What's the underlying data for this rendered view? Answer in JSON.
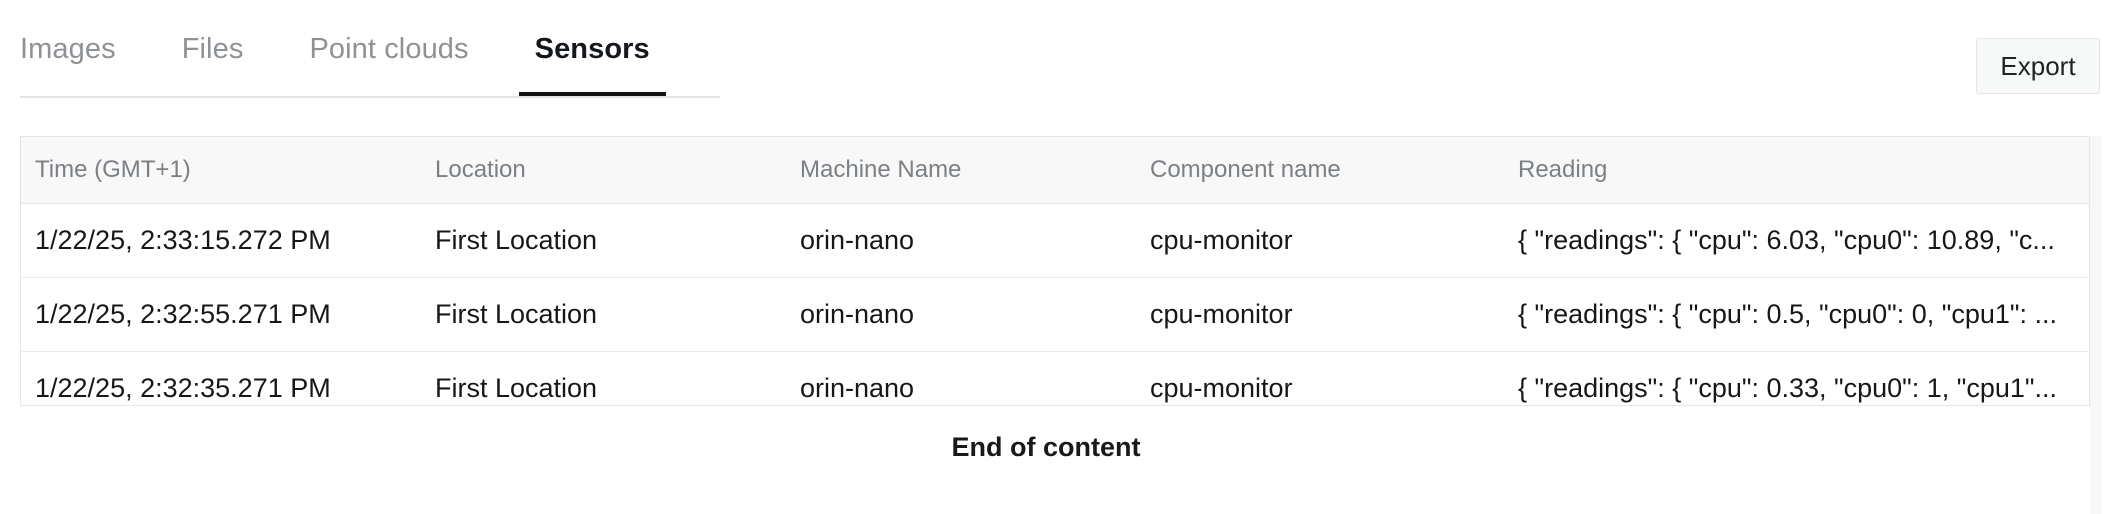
{
  "tabs": [
    {
      "label": "Images",
      "active": false
    },
    {
      "label": "Files",
      "active": false
    },
    {
      "label": "Point clouds",
      "active": false
    },
    {
      "label": "Sensors",
      "active": true
    }
  ],
  "toolbar": {
    "export_label": "Export"
  },
  "table": {
    "columns": [
      "Time (GMT+1)",
      "Location",
      "Machine Name",
      "Component name",
      "Reading"
    ],
    "rows": [
      {
        "time": "1/22/25, 2:33:15.272 PM",
        "location": "First Location",
        "machine": "orin-nano",
        "component": "cpu-monitor",
        "reading": "{ \"readings\": { \"cpu\": 6.03, \"cpu0\": 10.89, \"c..."
      },
      {
        "time": "1/22/25, 2:32:55.271 PM",
        "location": "First Location",
        "machine": "orin-nano",
        "component": "cpu-monitor",
        "reading": "{ \"readings\": { \"cpu\": 0.5, \"cpu0\": 0, \"cpu1\": ..."
      },
      {
        "time": "1/22/25, 2:32:35.271 PM",
        "location": "First Location",
        "machine": "orin-nano",
        "component": "cpu-monitor",
        "reading": "{ \"readings\": { \"cpu\": 0.33, \"cpu0\": 1, \"cpu1\"..."
      }
    ]
  },
  "footer": {
    "end_of_content": "End of content"
  },
  "colors": {
    "active_tab_underline": "#111315",
    "inactive_tab_text": "#8e9296",
    "header_bg": "#f8f8f9",
    "border": "#e4e6e8"
  }
}
